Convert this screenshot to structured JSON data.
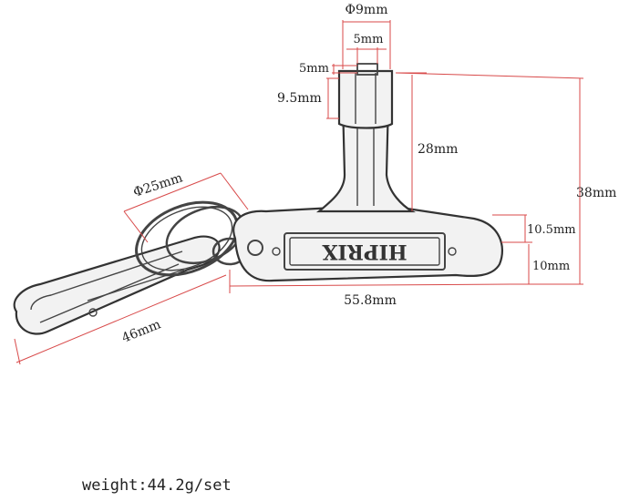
{
  "dimensions": {
    "hex_outer_diameter": "Φ9mm",
    "hex_inner_width": "5mm",
    "hex_inner_depth": "5mm",
    "hex_socket_height": "9.5mm",
    "shaft_length": "28mm",
    "total_height": "38mm",
    "handle_height_top": "10.5mm",
    "handle_height_bottom": "10mm",
    "handle_length": "55.8mm",
    "ring_diameter": "Φ25mm",
    "carabiner_length": "46mm"
  },
  "engraving": "HIPRIX",
  "weight": "weight:44.2g/set",
  "colors": {
    "dimension_line": "#d84a4a",
    "outline": "#333333"
  }
}
